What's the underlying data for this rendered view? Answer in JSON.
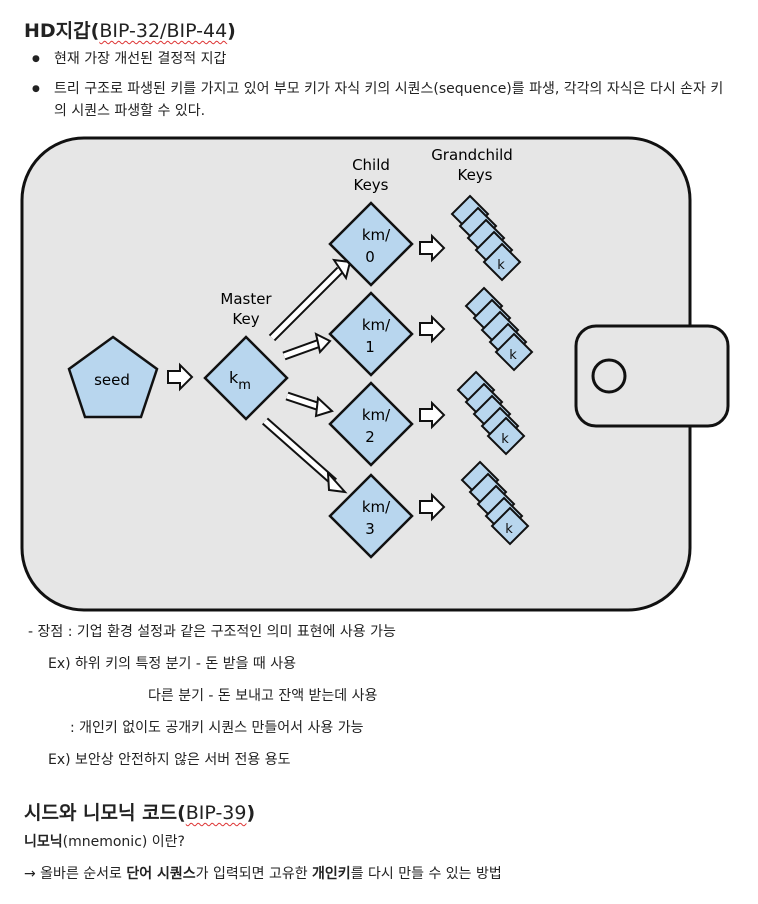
{
  "section1": {
    "title_prefix": "HD지갑(",
    "title_ref": "BIP-32/BIP-44",
    "title_suffix": ")",
    "bullets": [
      "현재 가장 개선된 결정적 지갑",
      "트리 구조로 파생된 키를 가지고 있어 부모 키가 자식 키의 시퀀스(sequence)를 파생, 각각의 자식은 다시 손자 키의 시퀀스 파생할 수 있다."
    ]
  },
  "diagram": {
    "seed_label": "seed",
    "master_label_line1": "Master",
    "master_label_line2": "Key",
    "master_key_base": "k",
    "master_key_sub": "m",
    "child_label_line1": "Child",
    "child_label_line2": "Keys",
    "grandchild_label_line1": "Grandchild",
    "grandchild_label_line2": "Keys",
    "child_keys": [
      {
        "top": "km/",
        "bottom": "0"
      },
      {
        "top": "km/",
        "bottom": "1"
      },
      {
        "top": "km/",
        "bottom": "2"
      },
      {
        "top": "km/",
        "bottom": "3"
      }
    ],
    "grandchild_key_letter": "k",
    "colors": {
      "key_fill": "#b8d6ee",
      "wallet_fill": "#e6e6e6",
      "stroke": "#111111"
    }
  },
  "notes": [
    "- 장점 : 기업 환경 설정과 같은 구조적인 의미 표현에 사용 가능",
    "Ex) 하위 키의 특정 분기 - 돈 받을 때 사용",
    "다른 분기 - 돈 보내고 잔액 받는데 사용",
    ": 개인키 없이도 공개키 시퀀스 만들어서 사용 가능",
    "Ex) 보안상 안전하지 않은 서버 전용 용도"
  ],
  "section2": {
    "title_prefix": "시드와 니모닉 코드(",
    "title_ref": "BIP-39",
    "title_suffix": ")",
    "question_bold": "니모닉",
    "question_rest": "(mnemonic) 이란?",
    "answer_p1": "→ 올바른 순서로 ",
    "answer_b1": "단어 시퀀스",
    "answer_p2": "가 입력되면 고유한 ",
    "answer_b2": "개인키",
    "answer_p3": "를 다시 만들 수 있는 방법"
  }
}
